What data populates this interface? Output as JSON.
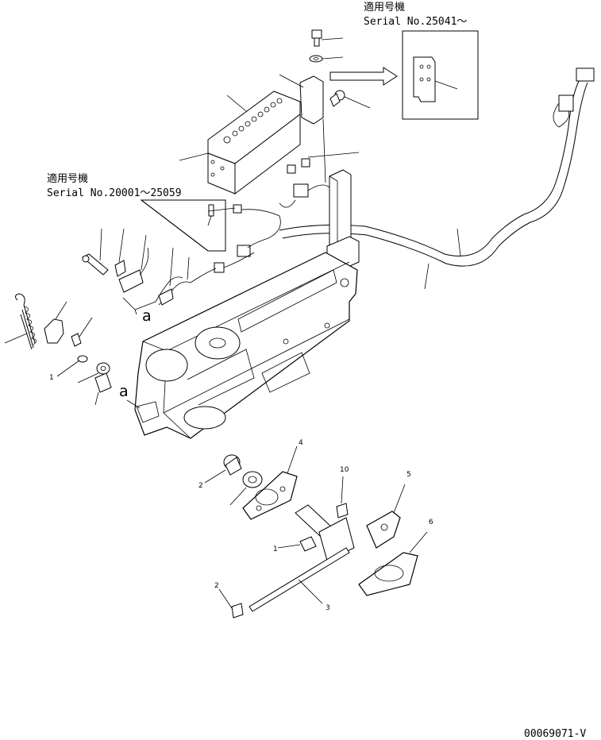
{
  "diagram": {
    "note_top_right": {
      "line1": "適用号機",
      "line2": "Serial No.25041～"
    },
    "note_left": {
      "line1": "適用号機",
      "line2": "Serial No.20001～25059"
    },
    "callout_a_upper": "a",
    "callout_a_lower": "a",
    "part_numbers": {
      "p1_a": "1",
      "p1_b": "1",
      "p2_a": "2",
      "p2_b": "2",
      "p3": "3",
      "p4": "4",
      "p5": "5",
      "p6": "6",
      "p10": "10"
    },
    "drawing_number": "00069071-V"
  }
}
